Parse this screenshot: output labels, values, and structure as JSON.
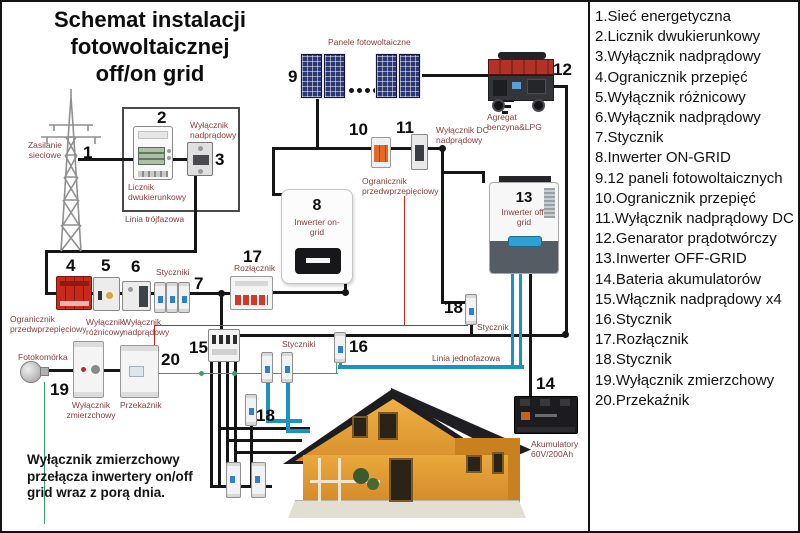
{
  "title": {
    "line1": "Schemat instalacji",
    "line2": "fotowoltaicznej",
    "line3": "off/on grid"
  },
  "note": {
    "line1": "Wyłącznik zmierzchowy",
    "line2": "przełącza inwertery on/off",
    "line3": "grid wraz z porą dnia."
  },
  "legend": {
    "items": [
      "1.Sieć energetyczna",
      "2.Licznik dwukierunkowy",
      "3.Wyłącznik nadprądowy",
      "4.Ogranicznik przepięć",
      "5.Wyłącznik różnicowy",
      "6.Wyłącznik nadprądowy",
      "7.Stycznik",
      "8.Inwerter ON-GRID",
      "9.12 paneli fotowoltaicznych",
      "10.Ogranicznik przepięć",
      "11.Wyłącznik nadprądowy DC",
      "12.Genarator prądotwórczy",
      "13.Inwerter OFF-GRID",
      "14.Bateria akumulatorów",
      "15.Włącznik nadprądowy x4",
      "16.Stycznik",
      "17.Rozłącznik",
      "18.Stycznik",
      "19.Wyłącznik zmierzchowy",
      "20.Przekaźnik"
    ]
  },
  "diagram": {
    "markers": {
      "m1": "1",
      "m2": "2",
      "m3": "3",
      "m4": "4",
      "m5": "5",
      "m6": "6",
      "m7": "7",
      "m8": "8",
      "m9": "9",
      "m10": "10",
      "m11": "11",
      "m12": "12",
      "m13": "13",
      "m14": "14",
      "m15": "15",
      "m16": "16",
      "m17": "17",
      "m18": "18",
      "m18b": "18",
      "m19": "19",
      "m20": "20"
    },
    "labels": {
      "grid_supply": "Zasilanie sieciowe",
      "meter": "Licznik dwukierunkowy",
      "breaker_main": "Wyłącznik nadprądowy",
      "three_phase_line": "Linia trójfazowa",
      "surge_protector_ac": "Ogranicznik przedwprzepięciowy",
      "rcd": "Wyłącznik różnicowy",
      "breaker_ac": "Wyłącznik nadprądowy",
      "contactors_7": "Styczniki",
      "disconnector": "Rozłącznik",
      "pv_panels": "Panele fotowoltaiczne",
      "dc_breaker": "Wyłącznik DC nadprądowy",
      "surge_protector_dc": "Ogranicznik przedwprzepięciowy",
      "generator_line1": "Agregat",
      "generator_line2": "benzyna&LPG",
      "inverter_on": "Inwerter on-grid",
      "inverter_off": "Inwerter off-grid",
      "contactor_18": "Stycznik",
      "contactors_pair": "Styczniki",
      "single_phase_line": "Linia jednofazowa",
      "battery_line1": "Akumulatory",
      "battery_line2": "60V/200Ah",
      "photocell": "Fotokomórka",
      "twilight_switch": "Wyłącznik zmierzchowy",
      "relay": "Przekaźnik"
    },
    "colors": {
      "wire_black": "#161616",
      "wire_blue": "#1a93c0",
      "wire_red": "#c42424",
      "wire_green": "#3aa06a",
      "label_text": "#8a3b3b",
      "panel_blue": "#2c3874",
      "surge_red": "#c8291d"
    }
  }
}
